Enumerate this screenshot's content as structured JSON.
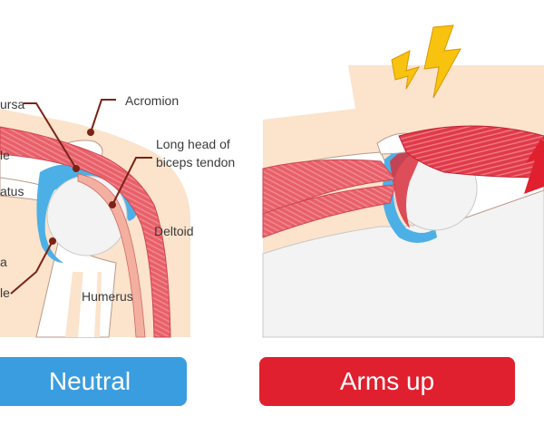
{
  "labels": {
    "bursa": "ursa",
    "acromion": "Acromion",
    "long_head_line1": "Long head of",
    "long_head_line2": "biceps tendon",
    "le_upper": "le",
    "atus": "atus",
    "deltoid": "Deltoid",
    "a": "a",
    "le_lower": "le",
    "humerus": "Humerus"
  },
  "badges": {
    "neutral": "Neutral",
    "arms_up": "Arms up"
  },
  "colors": {
    "neutral_badge": "#3a9de0",
    "arms_up_badge": "#e0202e",
    "muscle": "#e8606a",
    "bursa": "#4cb0e6",
    "skin": "#fbe3cc",
    "bone": "#f3f3f3",
    "pain_bolt": "#f7c30e",
    "leader": "#7a2316"
  },
  "icons": [
    "lightning-bolt-icon",
    "lightning-bolt-icon",
    "up-arrow-icon"
  ]
}
